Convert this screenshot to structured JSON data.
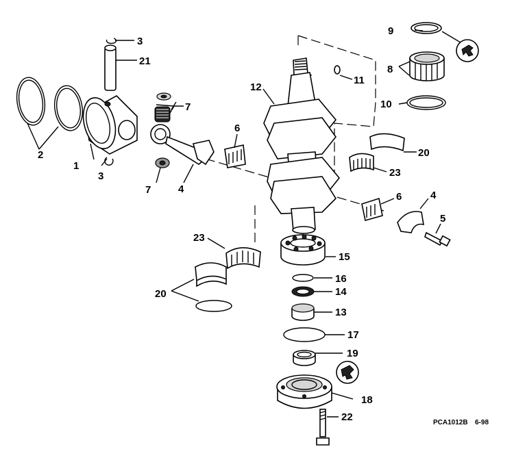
{
  "diagram": {
    "callouts": {
      "c1": "1",
      "c2": "2",
      "c3a": "3",
      "c3b": "3",
      "c4a": "4",
      "c4b": "4",
      "c5": "5",
      "c6a": "6",
      "c6b": "6",
      "c7a": "7",
      "c7b": "7",
      "c8": "8",
      "c9": "9",
      "c10": "10",
      "c11": "11",
      "c12": "12",
      "c13": "13",
      "c14": "14",
      "c15": "15",
      "c16": "16",
      "c17": "17",
      "c18": "18",
      "c19": "19",
      "c20a": "20",
      "c20b": "20",
      "c21": "21",
      "c22": "22",
      "c23a": "23",
      "c23b": "23"
    },
    "footer_code": "PCA1012B",
    "footer_date": "6-98"
  }
}
